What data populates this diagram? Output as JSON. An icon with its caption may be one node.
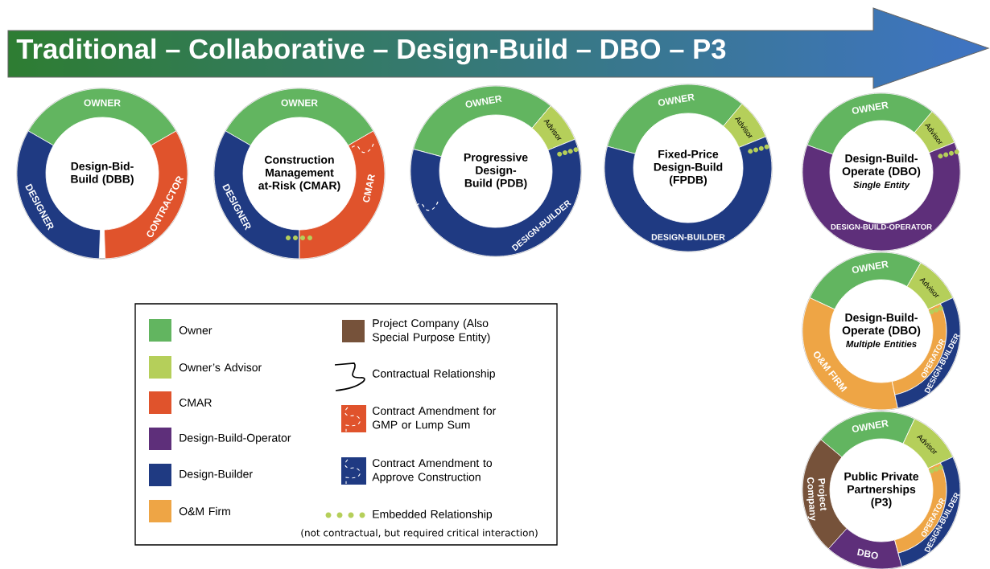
{
  "diagram": {
    "title": "Traditional – Collaborative – Design-Build – DBO – P3",
    "nodes": [
      {
        "text": [
          "Design-Bid-Build (DBB)"
        ]
      },
      {
        "text": [
          "OWNER"
        ],
        "in": 0
      },
      {
        "text": [
          "DESIGNER"
        ],
        "in": 0
      },
      {
        "text": [
          "CONTRACTOR"
        ],
        "in": 0
      },
      {
        "text": [
          "Construction Management at-Risk (CMAR)"
        ]
      },
      {
        "text": [
          "OWNER"
        ],
        "in": 4
      },
      {
        "text": [
          "DESIGNER"
        ],
        "in": 4
      },
      {
        "text": [
          "CMAR"
        ],
        "in": 4
      },
      {
        "text": [
          "Progressive Design-Build (PDB)"
        ]
      },
      {
        "text": [
          "OWNER"
        ],
        "in": 8
      },
      {
        "text": [
          "Advisor"
        ],
        "in": 8
      },
      {
        "text": [
          "DESIGN-BUILDER"
        ],
        "in": 8
      },
      {
        "text": [
          "Fixed-Price Design-Build (FPDB)"
        ]
      },
      {
        "text": [
          "OWNER"
        ],
        "in": 12
      },
      {
        "text": [
          "Advisor"
        ],
        "in": 12
      },
      {
        "text": [
          "DESIGN-BUILDER"
        ],
        "in": 12
      },
      {
        "text": [
          "Design-Build-Operate (DBO)",
          "Single Entity"
        ]
      },
      {
        "text": [
          "OWNER"
        ],
        "in": 16
      },
      {
        "text": [
          "Advisor"
        ],
        "in": 16
      },
      {
        "text": [
          "DESIGN-BUILD-OPERATOR"
        ],
        "in": 16
      },
      {
        "text": [
          "Design-Build-Operate (DBO)",
          "Multiple Entities"
        ]
      },
      {
        "text": [
          "OWNER"
        ],
        "in": 20
      },
      {
        "text": [
          "Advisor"
        ],
        "in": 20
      },
      {
        "text": [
          "O&M FIRM"
        ],
        "in": 20
      },
      {
        "text": [
          "OPERATOR"
        ],
        "in": 20
      },
      {
        "text": [
          "DESIGN-BUILDER"
        ],
        "in": 20
      },
      {
        "text": [
          "Public Private Partnerships (P3)"
        ]
      },
      {
        "text": [
          "OWNER"
        ],
        "in": 26
      },
      {
        "text": [
          "Advisor"
        ],
        "in": 26
      },
      {
        "text": [
          "Project Company"
        ],
        "in": 26
      },
      {
        "text": [
          "DBO"
        ],
        "in": 26
      },
      {
        "text": [
          "OPERATOR"
        ],
        "in": 26
      },
      {
        "text": [
          "DESIGN-BUILDER"
        ],
        "in": 26
      }
    ],
    "labels": [
      "(not contractual, but required critical interaction)"
    ],
    "legend": [
      {
        "text": "Owner",
        "color": "#62b560"
      },
      {
        "text": "Owner’s Advisor",
        "color": "#b5cf5a"
      },
      {
        "text": "CMAR",
        "color": "#e0532c"
      },
      {
        "text": "Design-Build-Operator",
        "color": "#5e2f7a"
      },
      {
        "text": "Design-Builder",
        "color": "#1f3a82"
      },
      {
        "text": "O&M Firm",
        "color": "#eea545"
      },
      {
        "text": "Project Company (Also Special Purpose Entity)",
        "color": "#76523a"
      },
      {
        "text": "Contractual Relationship"
      },
      {
        "text": "Contract Amendment for GMP or Lump Sum"
      },
      {
        "text": "Contract Amendment to Approve Construction"
      },
      {
        "text": "Embedded Relationship"
      }
    ]
  }
}
